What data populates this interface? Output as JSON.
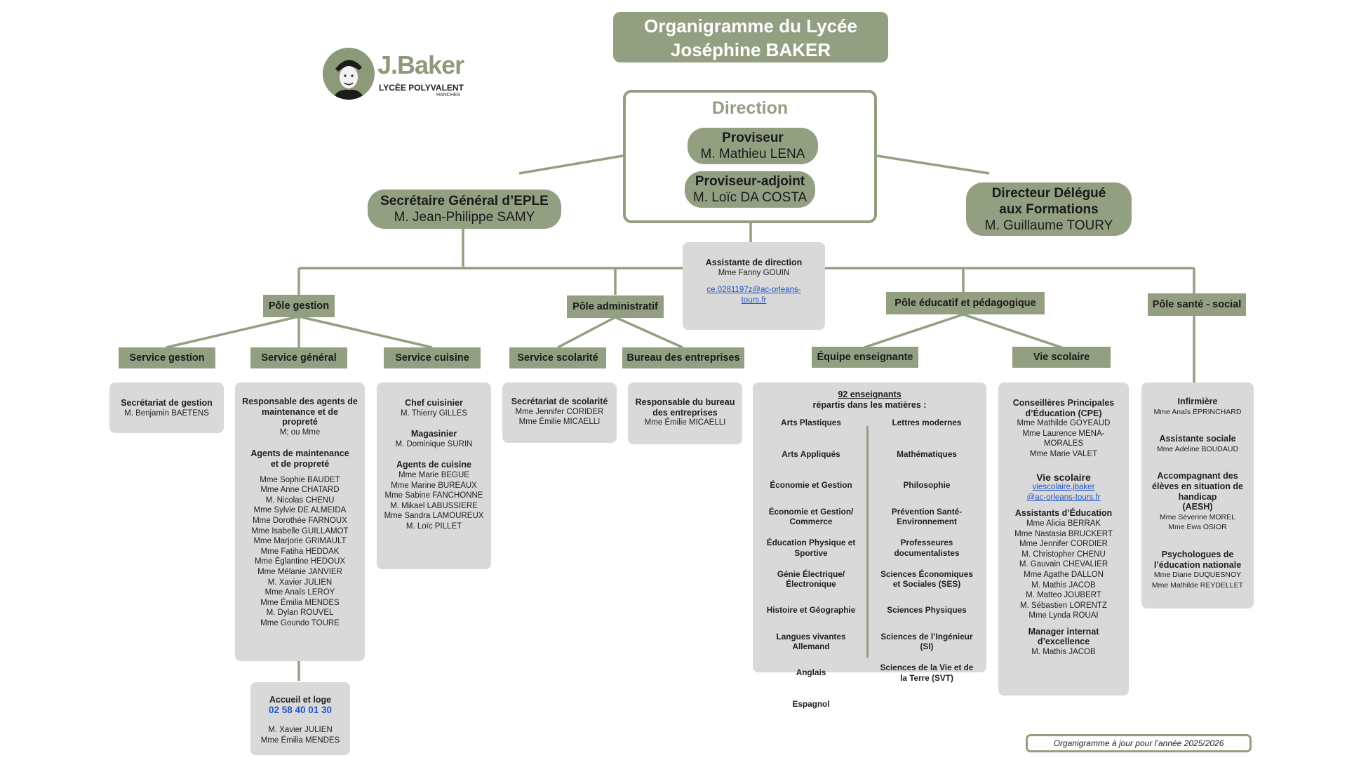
{
  "title": [
    "Organigramme du Lycée",
    "Joséphine BAKER"
  ],
  "logo": {
    "name": "J.Baker",
    "subtitle": "LYCÉE POLYVALENT",
    "town": "HANCHES"
  },
  "direction": {
    "title": "Direction",
    "proviseur": {
      "role": "Proviseur",
      "name": "M. Mathieu LENA"
    },
    "adjoint": {
      "role": "Proviseur-adjoint",
      "name": "M. Loïc DA COSTA"
    }
  },
  "secretaire": {
    "role": "Secrétaire Général d’EPLE",
    "name": "M. Jean-Philippe SAMY"
  },
  "ddf": {
    "role1": "Directeur Délégué",
    "role2": "aux Formations",
    "name": "M. Guillaume TOURY"
  },
  "assistante": {
    "role": "Assistante de direction",
    "name": "Mme Fanny GOUIN",
    "email1": "ce.0281197z@ac-orleans-",
    "email2": "tours.fr"
  },
  "poles": {
    "gestion": "Pôle gestion",
    "administratif": "Pôle administratif",
    "educatif": "Pôle éducatif et pédagogique",
    "sante": "Pôle santé - social"
  },
  "services": {
    "gestion": "Service gestion",
    "general": "Service général",
    "cuisine": "Service cuisine",
    "scolarite": "Service scolarité",
    "entreprises": "Bureau des entreprises",
    "equipe": "Équipe enseignante",
    "vie": "Vie scolaire"
  },
  "card_gestion": {
    "h": "Secrétariat de gestion",
    "name": "M. Benjamin BAETENS"
  },
  "card_general": {
    "h1": "Responsable des agents de",
    "h2": "maintenance et de",
    "h3": "propreté",
    "resp": "M; ou Mme",
    "h4": "Agents de maintenance",
    "h5": "et de propreté",
    "agents": [
      "Mme Sophie BAUDET",
      "Mme Anne CHATARD",
      "M. Nicolas CHENU",
      "Mme Sylvie DE ALMEIDA",
      "Mme Dorothée FARNOUX",
      "Mme Isabelle GUILLAMOT",
      "Mme Marjorie GRIMAULT",
      "Mme Fatiha HEDDAK",
      "Mme Églantine HEDOUX",
      "Mme Mélanie JANVIER",
      "M. Xavier JULIEN",
      "Mme Anaïs LEROY",
      "Mme Émilia MENDES",
      "M. Dylan ROUVEL",
      "Mme Goundo TOURE"
    ]
  },
  "card_accueil": {
    "h": "Accueil et loge",
    "phone": "02 58 40 01 30",
    "names": [
      "M. Xavier JULIEN",
      "Mme Émilia MENDES"
    ]
  },
  "card_cuisine": {
    "h1": "Chef cuisinier",
    "chef": "M. Thierry GILLES",
    "h2": "Magasinier",
    "mag": "M. Dominique SURIN",
    "h3": "Agents de cuisine",
    "agents": [
      "Mme Marie BEGUE",
      "Mme Marine BUREAUX",
      "Mme Sabine FANCHONNE",
      "M. Mikael LABUSSIERE",
      "Mme Sandra LAMOUREUX",
      "M. Loïc PILLET"
    ]
  },
  "card_scolarite": {
    "h": "Secrétariat de scolarité",
    "names": [
      "Mme Jennifer CORIDER",
      "Mme Émilie MICAELLI"
    ]
  },
  "card_entreprises": {
    "h1": "Responsable du bureau",
    "h2": "des entreprises",
    "name": "Mme Émilie MICAELLI"
  },
  "card_equipe": {
    "h1": "92 enseignants",
    "h2": "répartis dans les matières :",
    "left": [
      [
        "Arts Plastiques"
      ],
      [
        "Arts Appliqués"
      ],
      [
        "Économie et Gestion"
      ],
      [
        "Économie et Gestion/",
        "Commerce"
      ],
      [
        "Éducation Physique et",
        "Sportive"
      ],
      [
        "Génie Électrique/",
        "Électronique"
      ],
      [
        "Histoire et Géographie"
      ],
      [
        "Langues vivantes",
        "Allemand"
      ],
      [
        "Anglais"
      ],
      [
        "Espagnol"
      ]
    ],
    "right": [
      [
        "Lettres modernes"
      ],
      [
        "Mathématiques"
      ],
      [
        "Philosophie"
      ],
      [
        "Prévention Santé-",
        "Environnement"
      ],
      [
        "Professeures",
        "documentalistes"
      ],
      [
        "Sciences Économiques",
        "et Sociales (SES)"
      ],
      [
        "Sciences Physiques"
      ],
      [
        "Sciences de l’Ingénieur",
        "(SI)"
      ],
      [
        "Sciences de la Vie et de",
        "la Terre (SVT)"
      ]
    ]
  },
  "card_vie": {
    "h1": "Conseillères Principales",
    "h2": "d’Éducation (CPE)",
    "cpe": [
      "Mme Mathilde GOYEAUD",
      "Mme Laurence MENA-",
      "MORALES",
      "Mme Marie VALET"
    ],
    "h3": "Vie scolaire",
    "email1": "viescolaire.jbaker",
    "email2": "@ac-orleans-tours.fr",
    "h4": "Assistants d’Éducation",
    "aed": [
      "Mme Alicia BERRAK",
      "Mme Nastasia BRUCKERT",
      "Mme Jennifer CORDIER",
      "M. Christopher CHENU",
      "M. Gauvain CHEVALIER",
      "Mme Agathe DALLON",
      "M. Mathis JACOB",
      "M. Matteo JOUBERT",
      "M. Sébastien LORENTZ",
      "Mme Lynda ROUAI"
    ],
    "h5": "Manager internat",
    "h6": "d’excellence",
    "manager": "M. Mathis JACOB"
  },
  "card_sante": {
    "h1": "Infirmière",
    "inf": "Mme Anaïs ÉPRINCHARD",
    "h2": "Assistante sociale",
    "as": "Mme Adeline BOUDAUD",
    "h3": [
      "Accompagnant des",
      "élèves en situation de",
      "handicap",
      "(AESH)"
    ],
    "aesh": [
      "Mme Séverine MOREL",
      "Mme Ewa OSIOR"
    ],
    "h4": [
      "Psychologues de",
      "l’éducation nationale"
    ],
    "psy": [
      "Mme Diane DUQUESNOY",
      "Mme Mathilde REYDELLET"
    ]
  },
  "footer": "Organigramme à jour pour l’année 2025/2026",
  "colors": {
    "accent": "#939f81",
    "card": "#d9d9d9",
    "link": "#1f55c9"
  }
}
